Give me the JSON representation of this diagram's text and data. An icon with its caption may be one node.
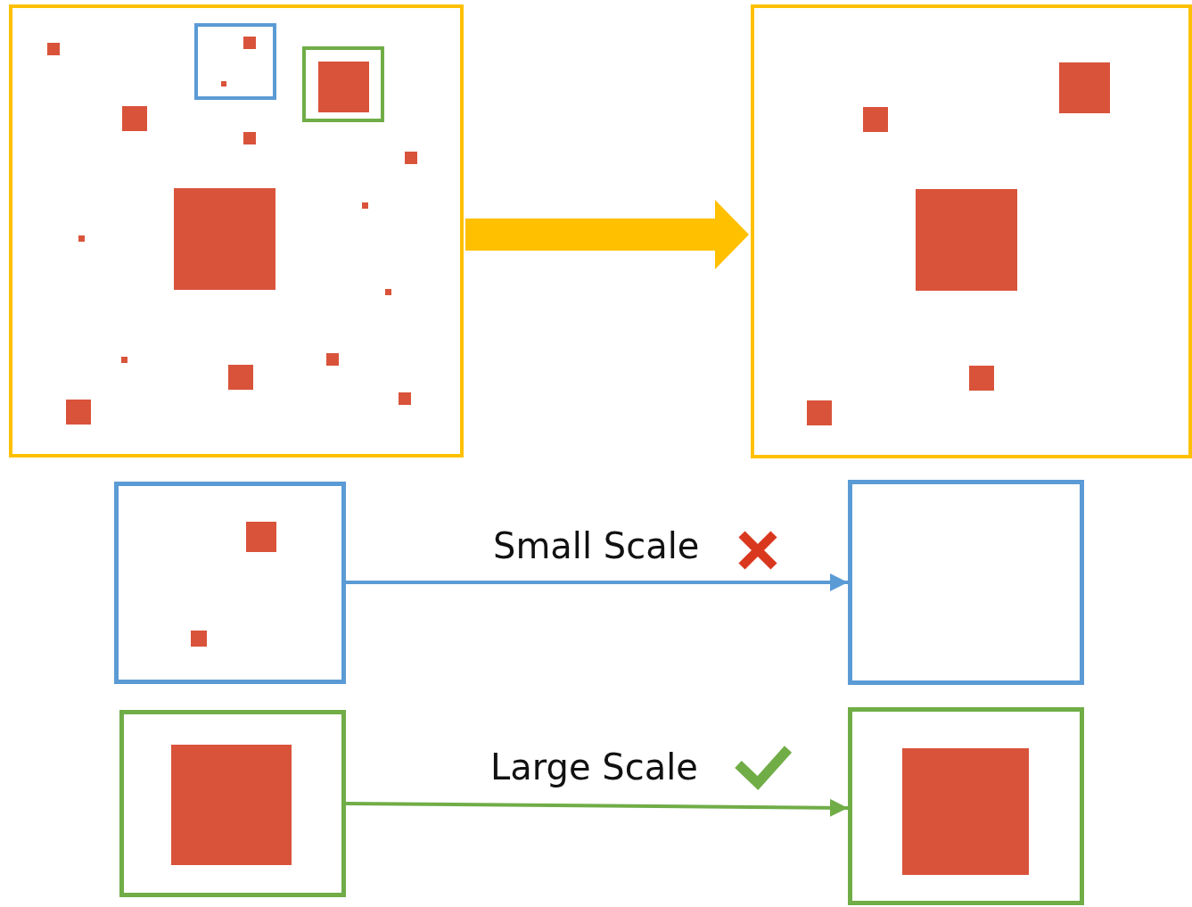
{
  "diagram": {
    "nodes": [
      {
        "text": [],
        "shape": "box"
      },
      {
        "text": [],
        "shape": "box",
        "in": 0
      },
      {
        "text": [],
        "shape": "box",
        "in": 0
      },
      {
        "text": [],
        "shape": "box"
      },
      {
        "text": [],
        "shape": "box"
      },
      {
        "text": [],
        "shape": "box"
      },
      {
        "text": [],
        "shape": "box"
      },
      {
        "text": [],
        "shape": "box"
      }
    ],
    "edges": [
      {
        "from": 0,
        "to": 3,
        "arrow": "to",
        "style": "thick",
        "color": "#ffc000"
      },
      {
        "from": 4,
        "to": 5,
        "arrow": "to",
        "label": "Small Scale",
        "color": "#5b9bd5"
      },
      {
        "from": 6,
        "to": 7,
        "arrow": "to",
        "label": "Large Scale",
        "color": "#70ad47"
      }
    ]
  }
}
